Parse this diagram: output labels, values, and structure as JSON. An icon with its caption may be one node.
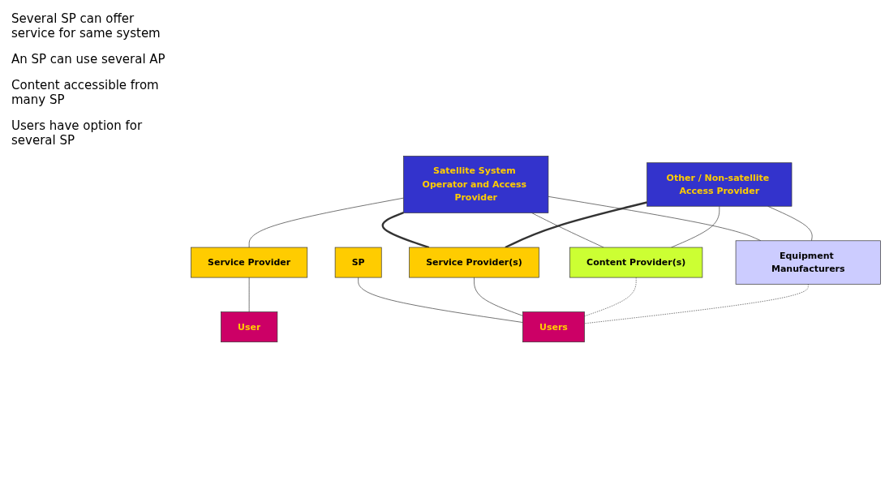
{
  "diagram": {
    "nodes": [
      {
        "text": [
          "Satellite System Operator and Access Provider"
        ]
      },
      {
        "text": [
          "SP"
        ]
      },
      {
        "text": [
          "Other / Non-satellite Access Provider"
        ]
      },
      {
        "text": [
          "Service Provider"
        ]
      },
      {
        "text": [
          "Service Provider(s)"
        ]
      },
      {
        "text": [
          "Content Provider(s)"
        ]
      },
      {
        "text": [
          "Equipment Manufacturers"
        ]
      },
      {
        "text": [
          "User"
        ]
      },
      {
        "text": [
          "Users"
        ]
      }
    ],
    "edges": [
      {
        "from": 0,
        "to": 3,
        "arrow": "none"
      },
      {
        "from": 0,
        "to": 4,
        "arrow": "none",
        "style": "thick"
      },
      {
        "from": 2,
        "to": 4,
        "arrow": "none",
        "style": "thick"
      },
      {
        "from": 0,
        "to": 5,
        "arrow": "none"
      },
      {
        "from": 2,
        "to": 5,
        "arrow": "none"
      },
      {
        "from": 0,
        "to": 6,
        "arrow": "none"
      },
      {
        "from": 2,
        "to": 6,
        "arrow": "none"
      },
      {
        "from": 1,
        "to": 8,
        "arrow": "none"
      },
      {
        "from": 3,
        "to": 7,
        "arrow": "none"
      },
      {
        "from": 4,
        "to": 8,
        "arrow": "none"
      },
      {
        "from": 5,
        "to": 8,
        "arrow": "none",
        "style": "dashed"
      },
      {
        "from": 6,
        "to": 8,
        "arrow": "none",
        "style": "dashed"
      }
    ],
    "labels": [
      "Several SP can offer service for same system",
      "An SP can use several AP",
      "Content accessible from many SP",
      "Users have option for several SP"
    ]
  }
}
